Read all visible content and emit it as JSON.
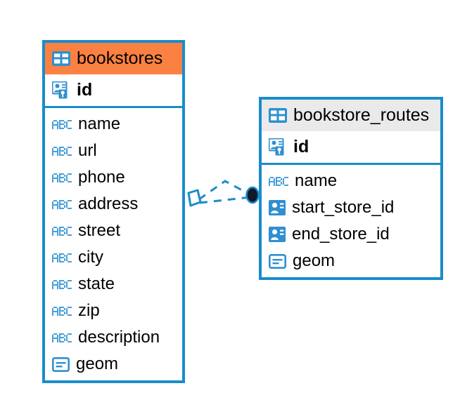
{
  "diagram": {
    "type": "entity-relationship-diagram",
    "background_color": "#ffffff",
    "accent_color": "#1a8ccb",
    "highlight_color": "#fb8142",
    "header_gray": "#eaeaea",
    "entities": [
      {
        "id": "bookstores",
        "name": "bookstores",
        "header_style": "orange",
        "table_icon": "table-icon",
        "primary_key": {
          "name": "id",
          "icon": "primary-key-icon"
        },
        "attributes": [
          {
            "name": "name",
            "icon": "abc-text-icon"
          },
          {
            "name": "url",
            "icon": "abc-text-icon"
          },
          {
            "name": "phone",
            "icon": "abc-text-icon"
          },
          {
            "name": "address",
            "icon": "abc-text-icon"
          },
          {
            "name": "street",
            "icon": "abc-text-icon"
          },
          {
            "name": "city",
            "icon": "abc-text-icon"
          },
          {
            "name": "state",
            "icon": "abc-text-icon"
          },
          {
            "name": "zip",
            "icon": "abc-text-icon"
          },
          {
            "name": "description",
            "icon": "abc-text-icon"
          },
          {
            "name": "geom",
            "icon": "geometry-blob-icon"
          }
        ]
      },
      {
        "id": "bookstore_routes",
        "name": "bookstore_routes",
        "header_style": "gray",
        "table_icon": "table-icon",
        "primary_key": {
          "name": "id",
          "icon": "primary-key-icon"
        },
        "attributes": [
          {
            "name": "name",
            "icon": "abc-text-icon"
          },
          {
            "name": "start_store_id",
            "icon": "foreign-key-icon"
          },
          {
            "name": "end_store_id",
            "icon": "foreign-key-icon"
          },
          {
            "name": "geom",
            "icon": "geometry-blob-icon"
          }
        ]
      }
    ],
    "relationships": [
      {
        "from": "bookstore_routes.start_store_id",
        "to": "bookstores.id",
        "line_style": "dashed",
        "source_marker": "filled-circle",
        "target_marker": "diamond"
      },
      {
        "from": "bookstore_routes.end_store_id",
        "to": "bookstores.id",
        "line_style": "dashed",
        "source_marker": "filled-circle",
        "target_marker": "diamond"
      }
    ]
  }
}
